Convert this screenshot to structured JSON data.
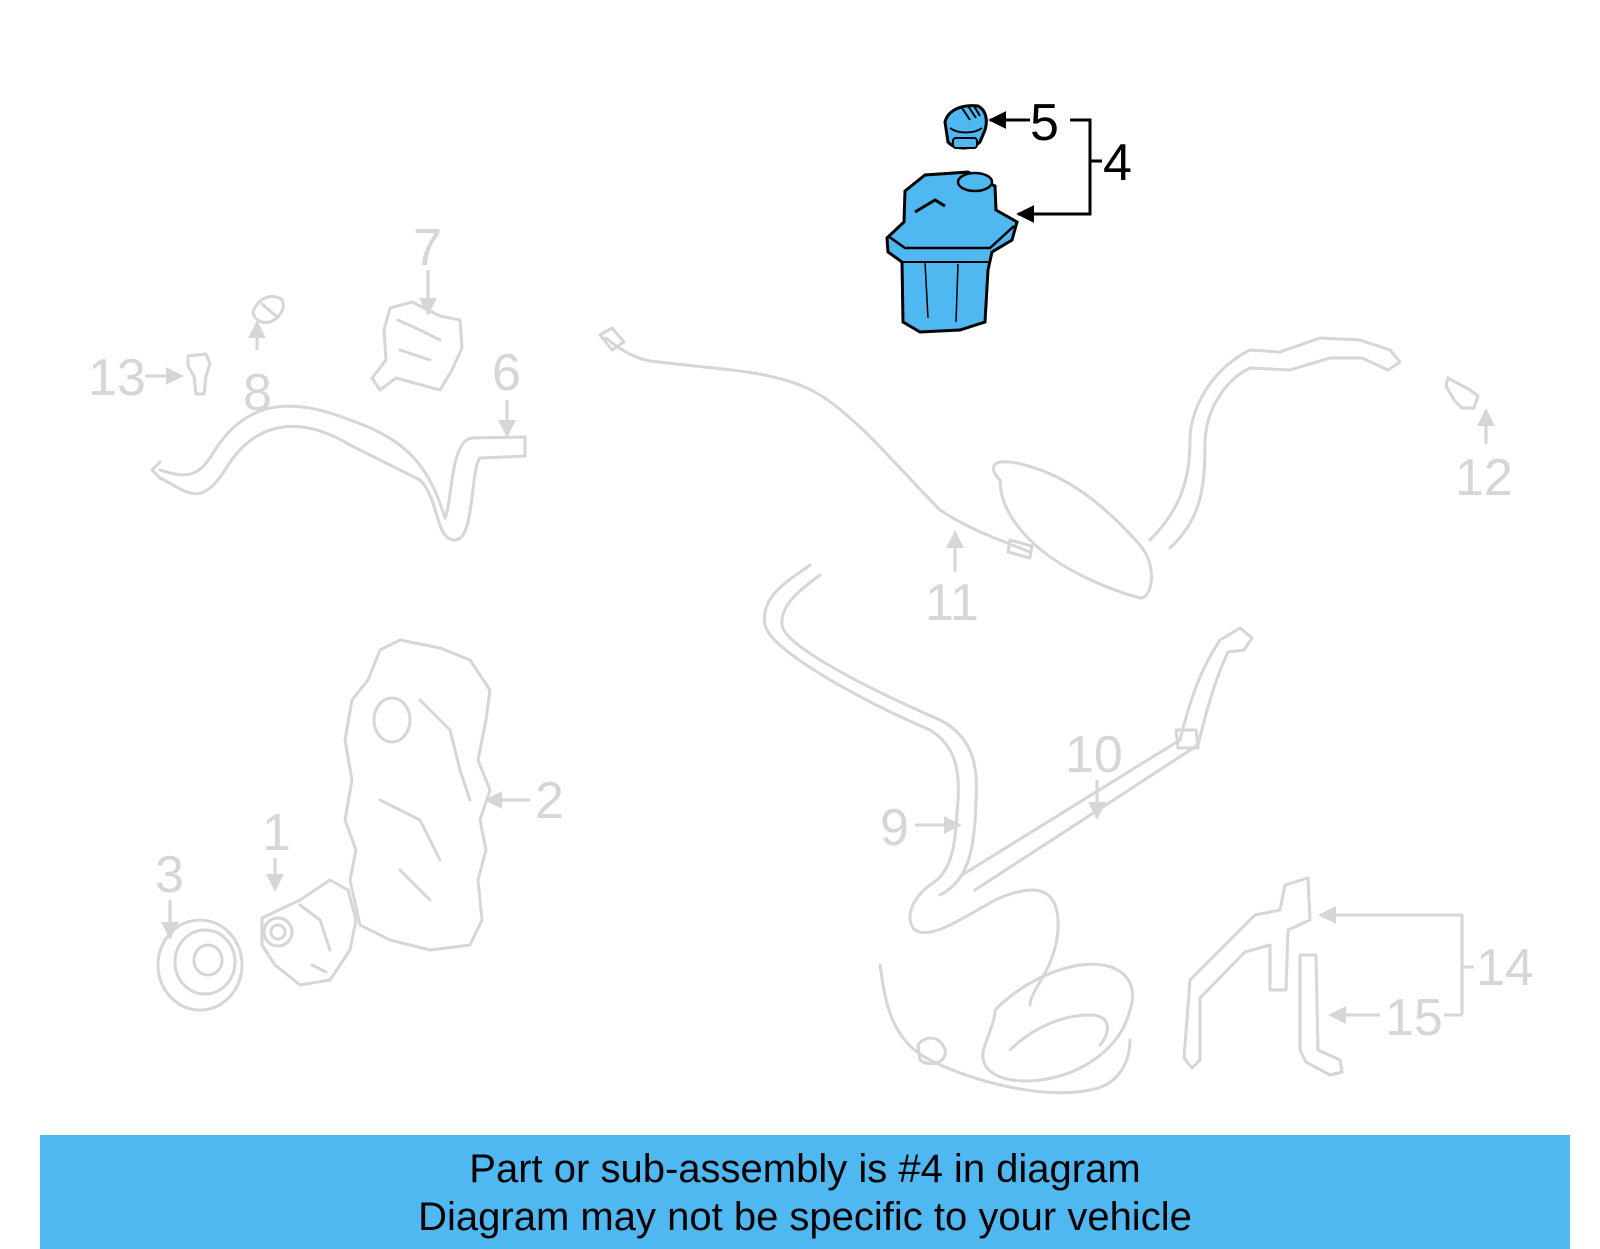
{
  "diagram": {
    "highlight_color": "#4fb8f0",
    "inactive_color": "#d6d6d6",
    "active_color": "#000000",
    "highlighted_part": "4",
    "callouts": {
      "c1": "1",
      "c2": "2",
      "c3": "3",
      "c4": "4",
      "c5": "5",
      "c6": "6",
      "c7": "7",
      "c8": "8",
      "c9": "9",
      "c10": "10",
      "c11": "11",
      "c12": "12",
      "c13": "13",
      "c14": "14",
      "c15": "15"
    }
  },
  "banner": {
    "line1": "Part or sub-assembly is #4 in diagram",
    "line2": "Diagram may not be specific to your vehicle",
    "background": "#4fb8f0"
  }
}
